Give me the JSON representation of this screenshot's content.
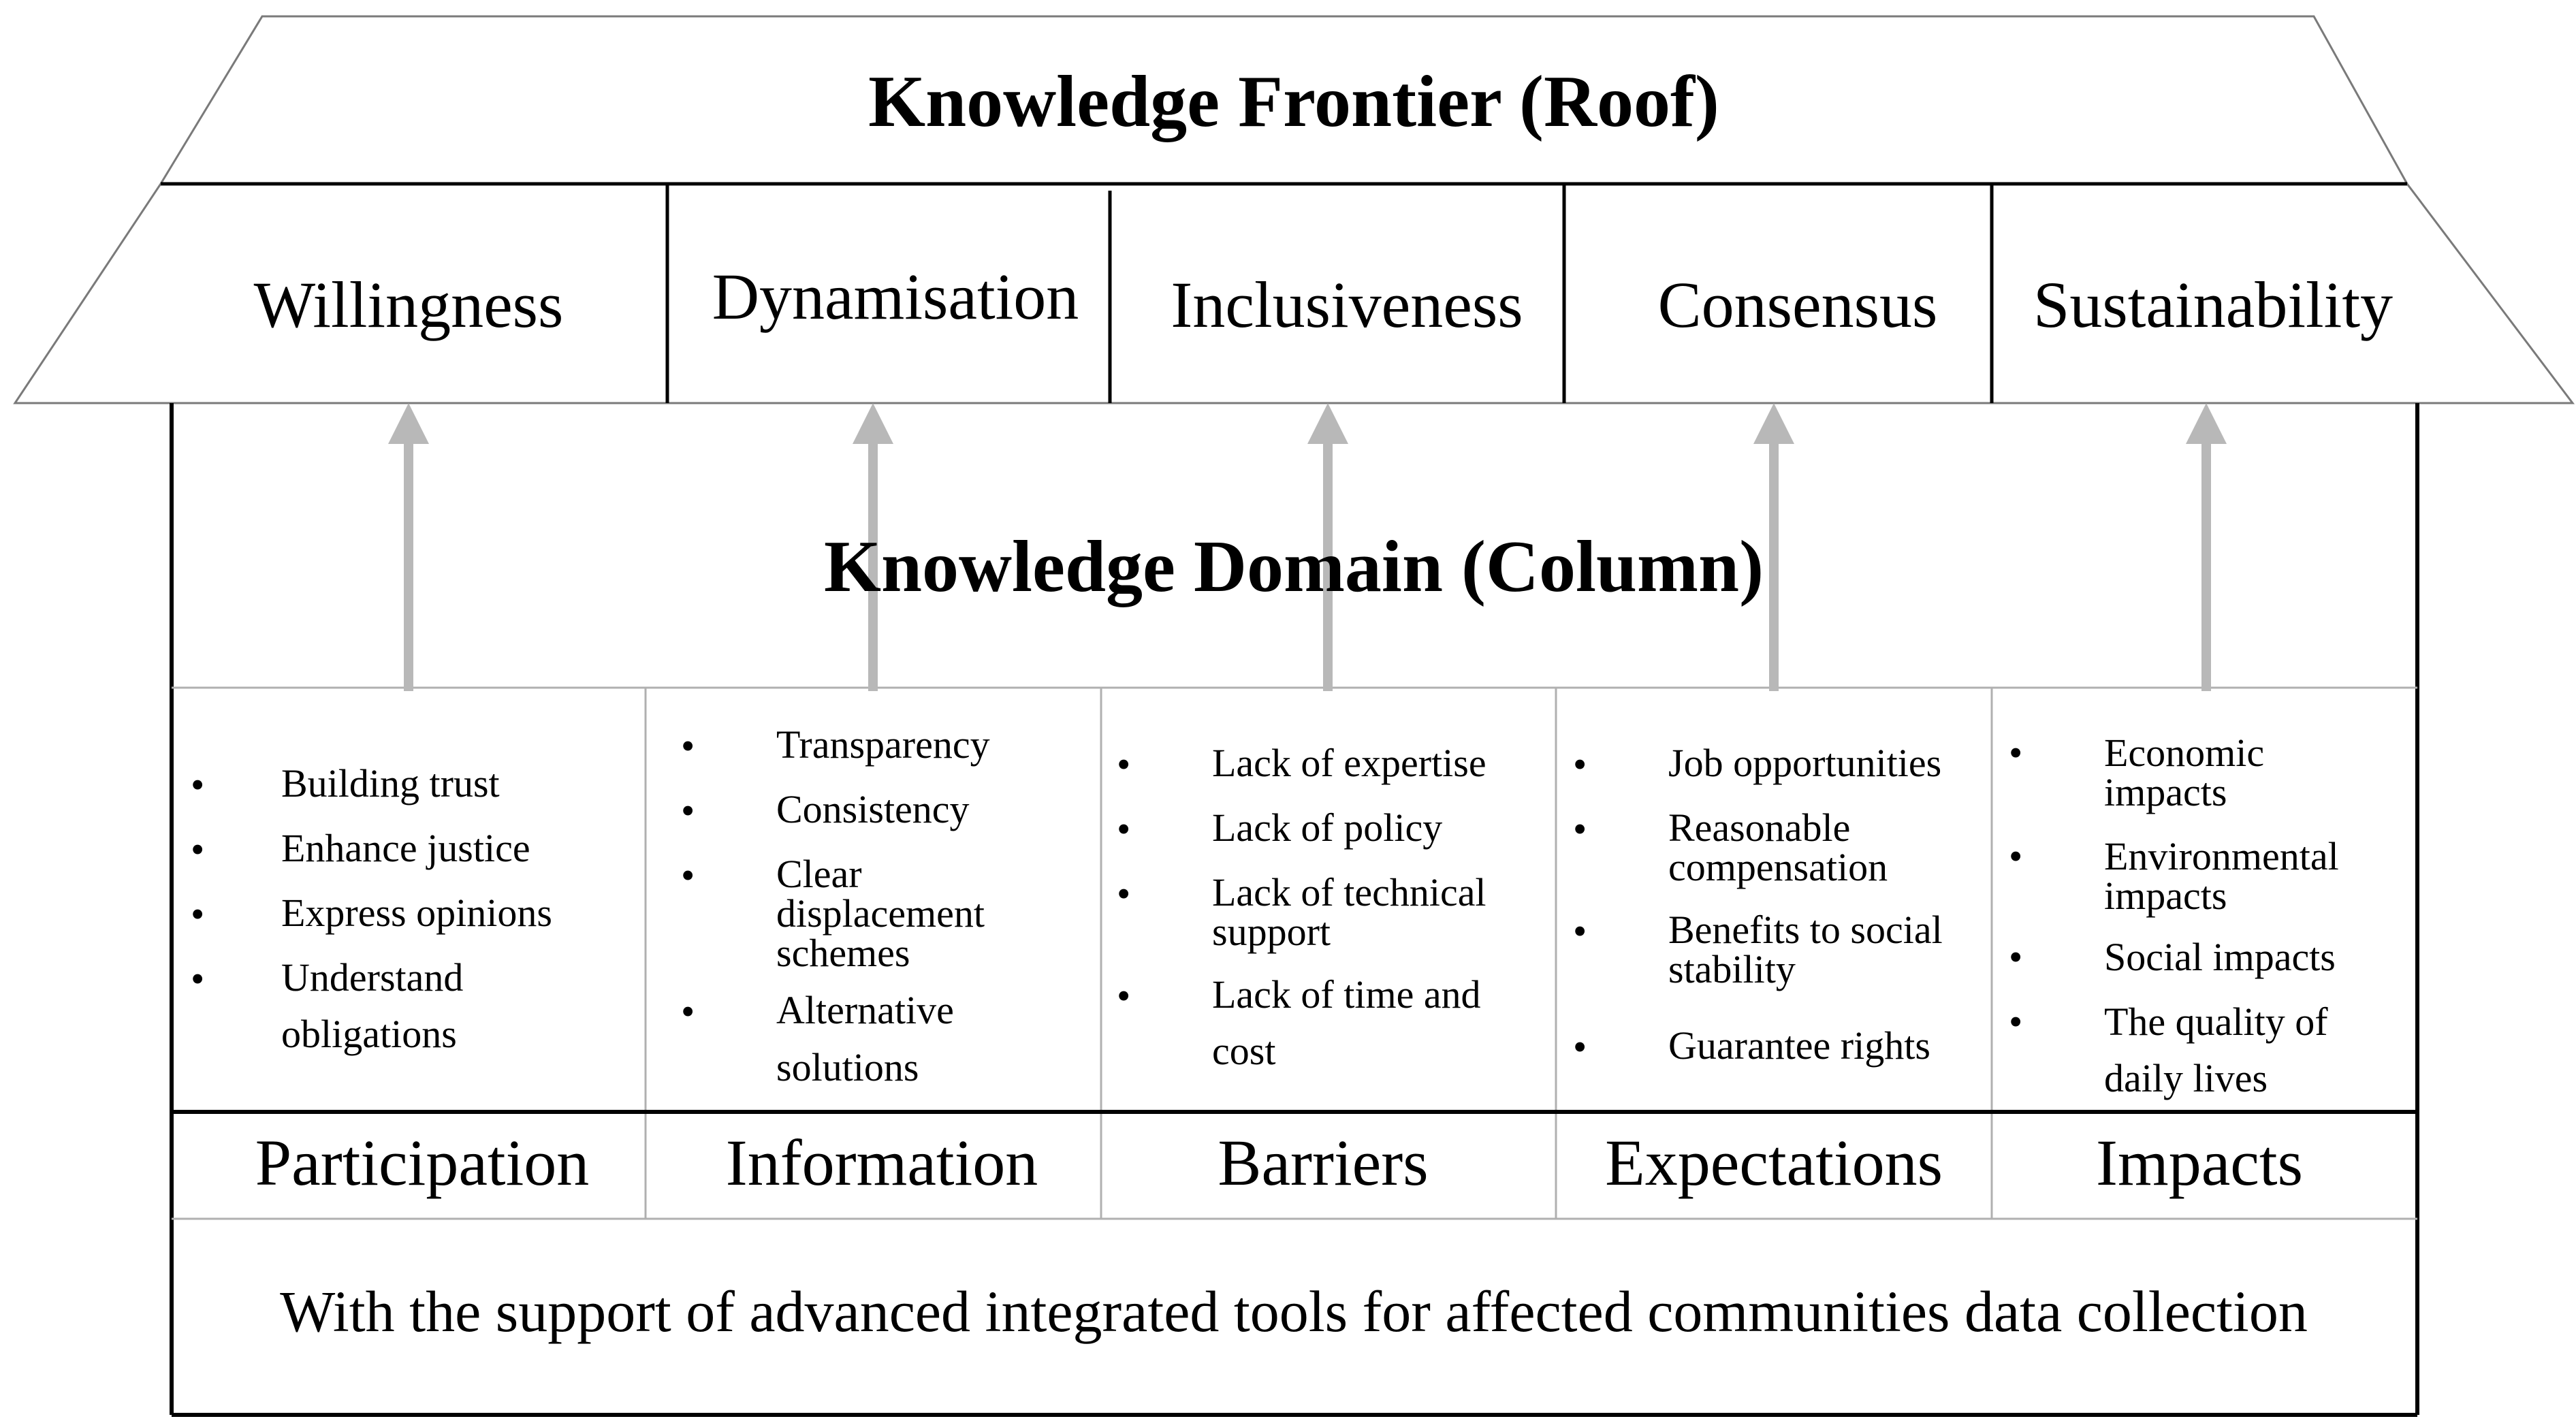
{
  "roof": {
    "title": "Knowledge Frontier (Roof)",
    "labels": [
      "Willingness",
      "Dynamisation",
      "Inclusiveness",
      "Consensus",
      "Sustainability"
    ]
  },
  "domain": {
    "title": "Knowledge Domain (Column)"
  },
  "columns": [
    {
      "label": "Participation",
      "items": [
        [
          "Building trust"
        ],
        [
          "Enhance justice"
        ],
        [
          "Express opinions"
        ],
        [
          "Understand",
          "obligations"
        ]
      ]
    },
    {
      "label": "Information",
      "items": [
        [
          "Transparency"
        ],
        [
          "Consistency"
        ],
        [
          "Clear",
          "displacement",
          "schemes"
        ],
        [
          "Alternative",
          "solutions"
        ]
      ]
    },
    {
      "label": "Barriers",
      "items": [
        [
          "Lack of expertise"
        ],
        [
          "Lack of policy"
        ],
        [
          "Lack of technical",
          "support"
        ],
        [
          "Lack of time and",
          "cost"
        ]
      ]
    },
    {
      "label": "Expectations",
      "items": [
        [
          "Job opportunities"
        ],
        [
          "Reasonable",
          "compensation"
        ],
        [
          "Benefits to social",
          "stability"
        ],
        [
          "Guarantee rights"
        ]
      ]
    },
    {
      "label": "Impacts",
      "items": [
        [
          "Economic",
          "impacts"
        ],
        [
          "Environmental",
          "impacts"
        ],
        [
          "Social impacts"
        ],
        [
          "The quality of",
          "daily lives"
        ]
      ]
    }
  ],
  "footer": {
    "text": "With the support of advanced integrated tools for affected communities data collection"
  },
  "colors": {
    "line": "#000000",
    "grid": "#b0b0b0",
    "arrow": "#b8b8b8"
  }
}
